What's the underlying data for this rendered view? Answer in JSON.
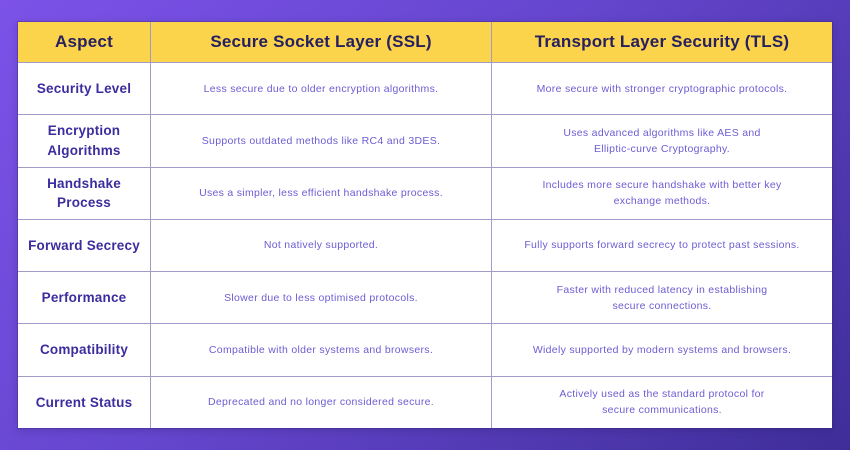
{
  "colors": {
    "background_gradient_start": "#7C52E8",
    "background_gradient_end": "#3F2E99",
    "header_background": "#FBD44B",
    "header_text": "#262060",
    "aspect_text": "#3B2D9E",
    "body_text": "#6C5DD3",
    "cell_border": "#A49CC8",
    "table_background": "#FFFFFF"
  },
  "table": {
    "columns": [
      "Aspect",
      "Secure Socket Layer (SSL)",
      "Transport Layer Security (TLS)"
    ],
    "rows": [
      {
        "aspect": "Security Level",
        "ssl": "Less secure due to older encryption algorithms.",
        "tls": "More secure with stronger cryptographic protocols."
      },
      {
        "aspect": "Encryption\nAlgorithms",
        "ssl": "Supports outdated methods like RC4 and 3DES.",
        "tls": "Uses advanced algorithms like AES and\nElliptic-curve Cryptography."
      },
      {
        "aspect": "Handshake\nProcess",
        "ssl": "Uses a simpler, less efficient handshake process.",
        "tls": "Includes more secure handshake with better key\nexchange methods."
      },
      {
        "aspect": "Forward Secrecy",
        "ssl": "Not natively supported.",
        "tls": "Fully supports forward secrecy to protect past sessions."
      },
      {
        "aspect": "Performance",
        "ssl": "Slower due to less optimised protocols.",
        "tls": "Faster with reduced latency in establishing\nsecure connections."
      },
      {
        "aspect": "Compatibility",
        "ssl": "Compatible with older systems and browsers.",
        "tls": "Widely supported by modern systems and browsers."
      },
      {
        "aspect": "Current Status",
        "ssl": "Deprecated and no longer considered secure.",
        "tls": "Actively used as the standard protocol for\nsecure communications."
      }
    ]
  }
}
